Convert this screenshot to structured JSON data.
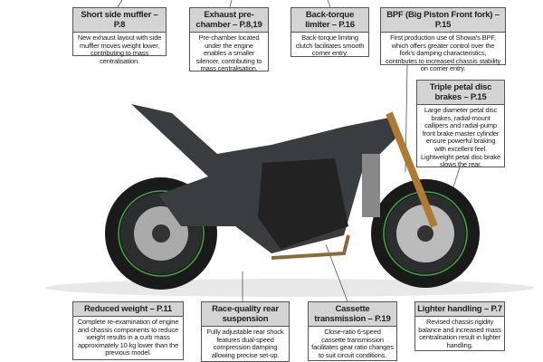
{
  "callouts": [
    {
      "title": "Short side muffler – P.8",
      "body": "New exhaust layout with side muffler moves weight lower, contributing to mass centralisation."
    },
    {
      "title": "Exhaust pre-chamber – P.8,19",
      "body": "Pre-chamber located under the engine enables a smaller silencer, contributing to mass centralisation."
    },
    {
      "title": "Back-torque limiter – P.16",
      "body": "Back-torque limiting clutch facilitates smooth corner entry."
    },
    {
      "title": "BPF (Big Piston Front fork) – P.15",
      "body": "First production use of Showa's BPF, which offers greater control over the fork's damping characteristics, contributes to increased chassis stability on corner entry."
    },
    {
      "title": "Triple petal disc brakes – P.15",
      "body": "Large diameter petal disc brakes, radial-mount callipers and radial-pump front brake master cylinder ensure powerful braking with excellent feel. Lightweight petal disc brake slows the rear."
    },
    {
      "title": "Reduced weight – P.11",
      "body": "Complete re-examination of engine and chassis components to reduce weight results in a curb mass approximately 10 kg lower than the previous model."
    },
    {
      "title": "Race-quality rear suspension",
      "body": "Fully adjustable rear shock features dual-speed compression damping allowing precise set-up."
    },
    {
      "title": "Cassette transmission – P.19",
      "body": "Close-ratio 6-speed cassette transmission facilitates gear ratio changes to suit circuit conditions."
    },
    {
      "title": "Lighter handling – P.7",
      "body": "Revised chassis rigidity balance and increased mass centralisation result in lighter handling."
    }
  ],
  "colors": {
    "rim_accent": "#3aa83a",
    "frame": "#3a3d40",
    "tyre": "#1a1a1a"
  }
}
